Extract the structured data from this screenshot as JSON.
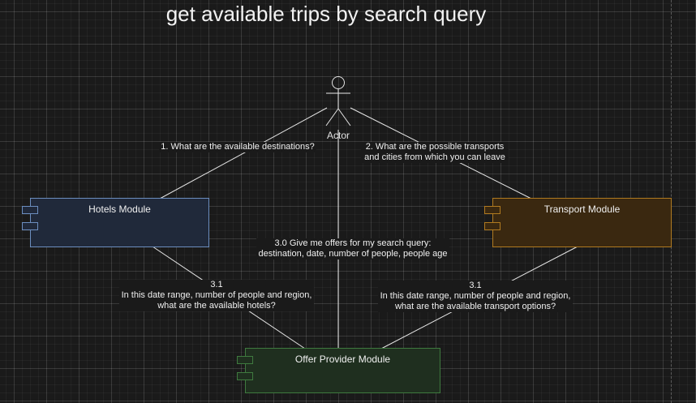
{
  "diagram": {
    "title": "get available trips by search query",
    "actor": {
      "label": "Actor"
    },
    "components": {
      "hotels": {
        "title": "Hotels Module",
        "fill": "#20293a",
        "stroke": "#6c8ebf"
      },
      "transport": {
        "title": "Transport Module",
        "fill": "#3a2810",
        "stroke": "#b07a20"
      },
      "offer": {
        "title": "Offer Provider Module",
        "fill": "#1f2f1f",
        "stroke": "#3f7a3f"
      }
    },
    "edges": {
      "e1": {
        "line1": "1. What are the available destinations?"
      },
      "e2": {
        "line1": "2. What are the possible transports",
        "line2": "and cities from which you can leave"
      },
      "e3": {
        "line1": "3.0 Give me offers for my search query:",
        "line2": "destination, date, number of people, people age"
      },
      "e4": {
        "line1": "3.1",
        "line2": "In this date range, number of people and region,",
        "line3": "what are the available hotels?"
      },
      "e5": {
        "line1": "3.1",
        "line2": "In this date range, number of people and region,",
        "line3": "what are the available transport options?"
      }
    }
  }
}
